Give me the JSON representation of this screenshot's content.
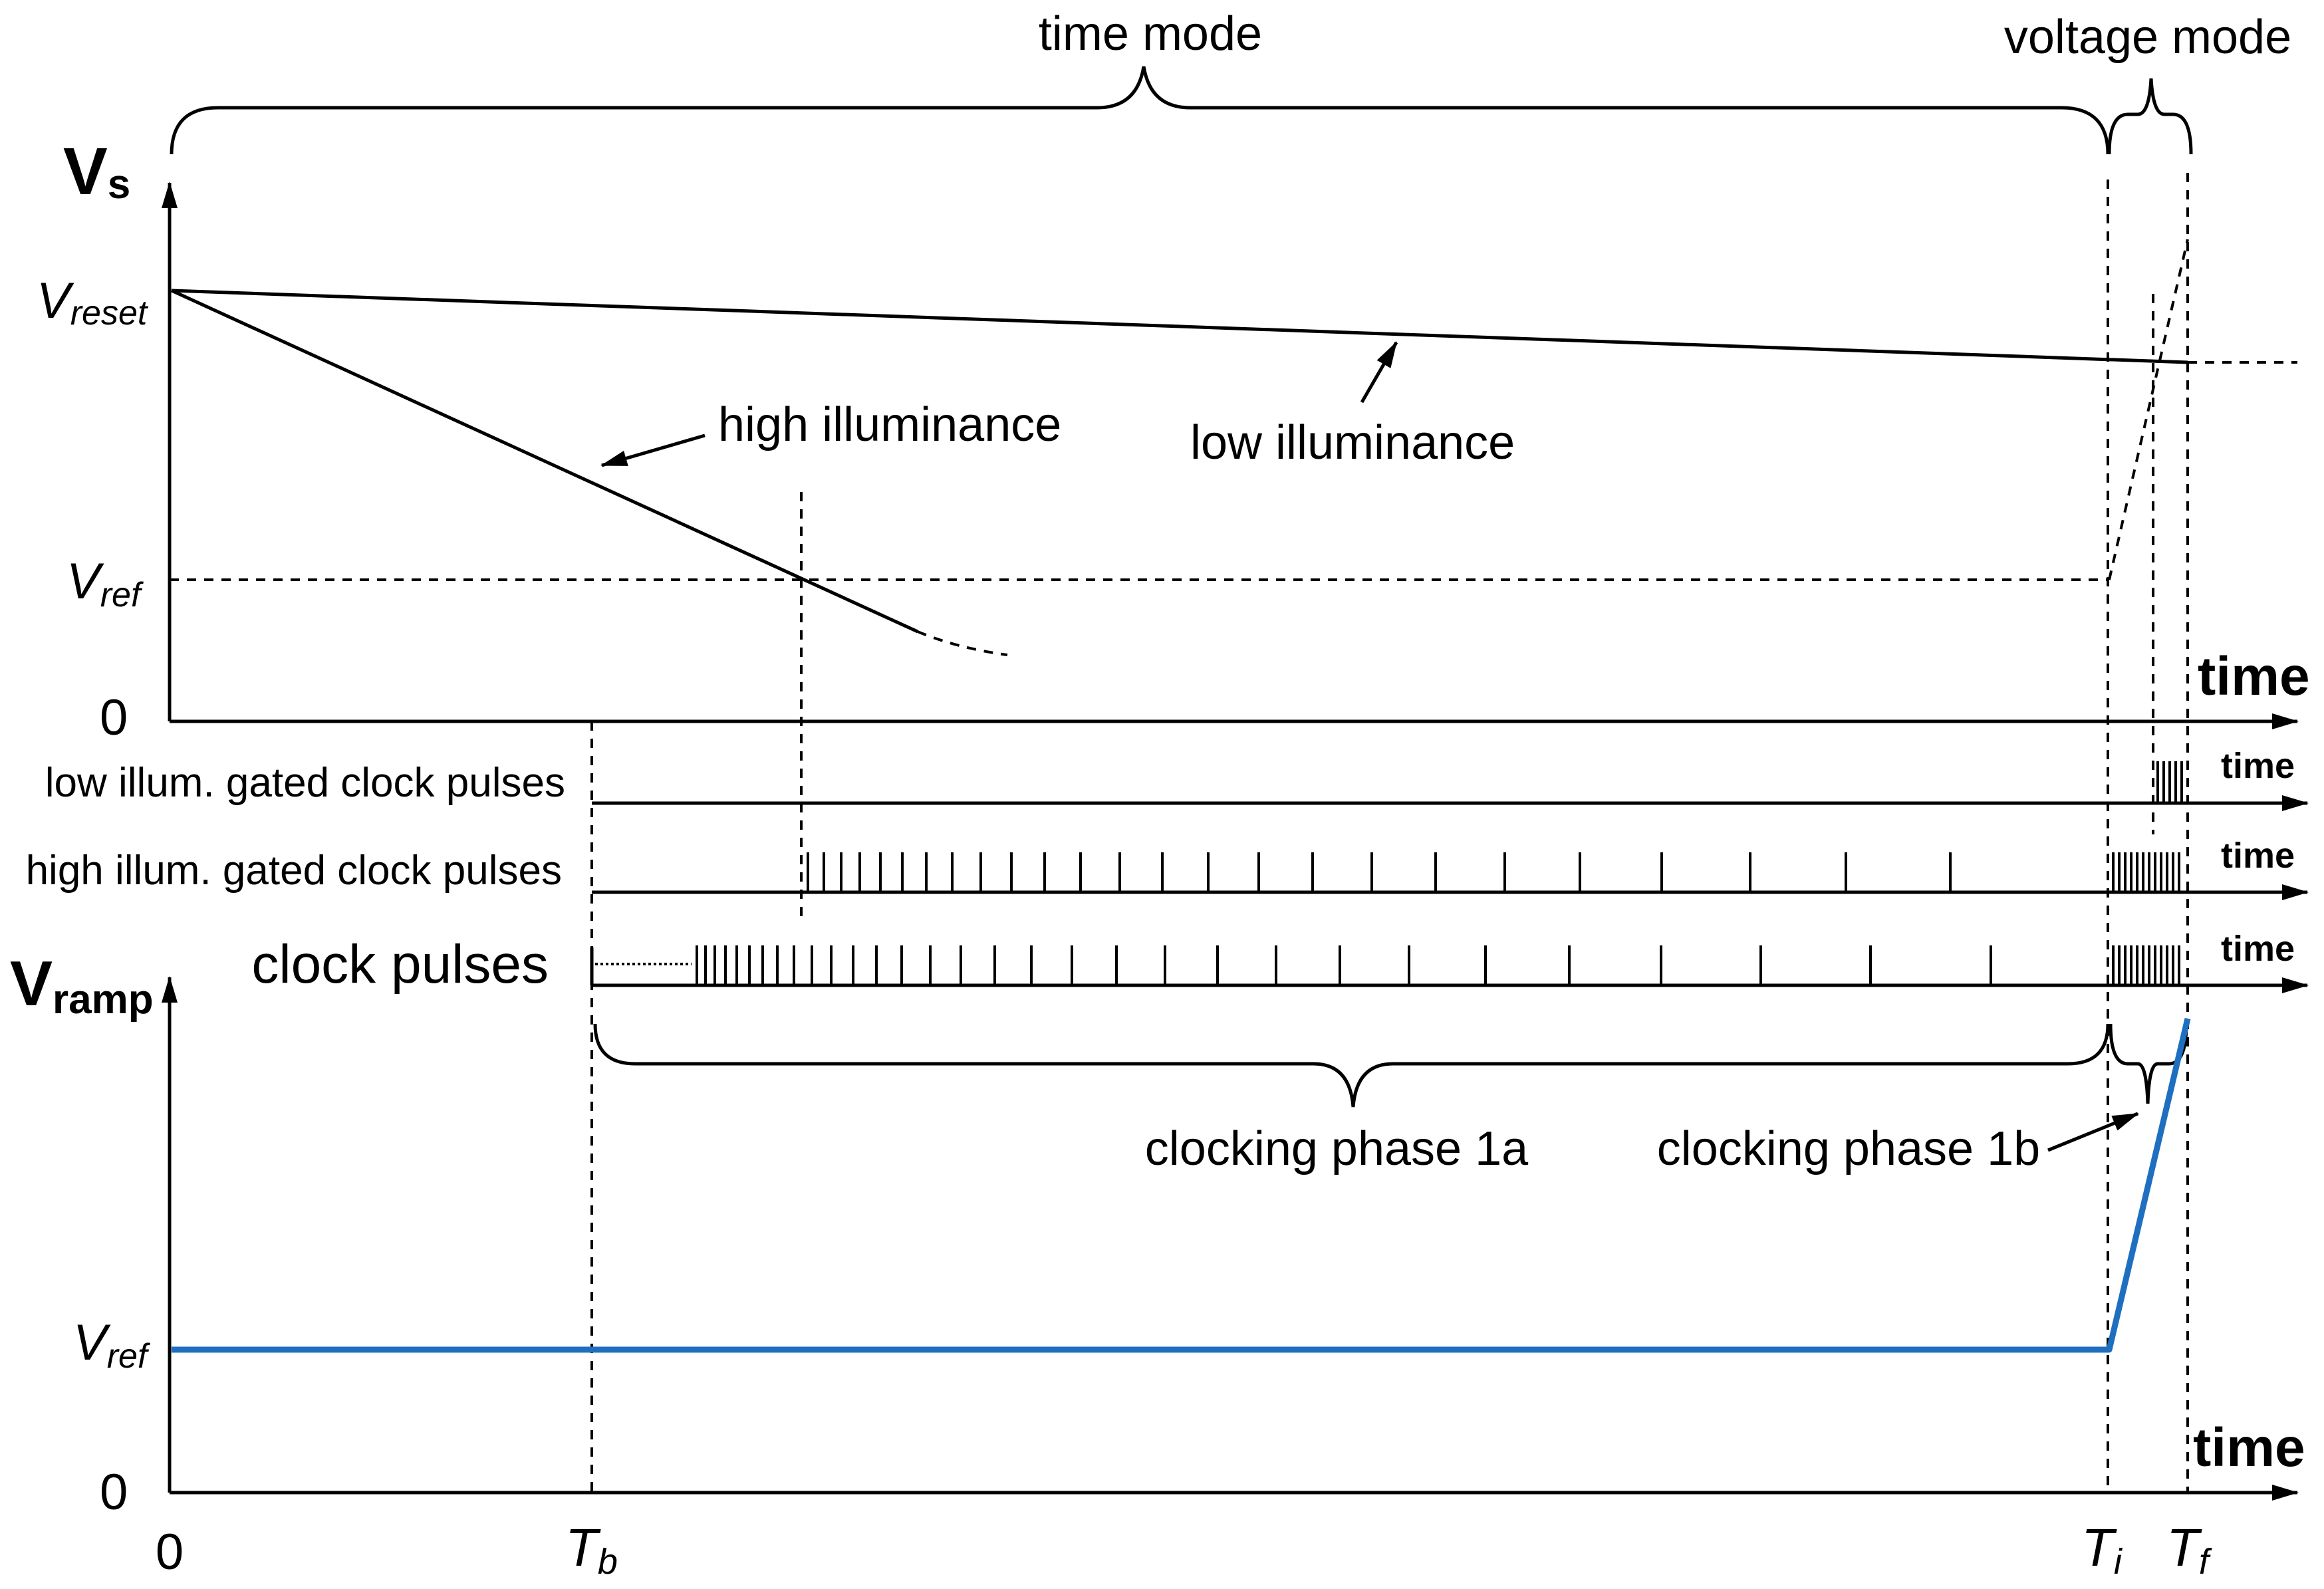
{
  "labels": {
    "time_mode": "time mode",
    "voltage_mode": "voltage mode",
    "vs_main": "V",
    "vs_sub": "s",
    "vreset_main": "V",
    "vreset_sub": "reset",
    "vref_main": "V",
    "vref_sub": "ref",
    "zero": "0",
    "time": "time",
    "high_illuminance": "high illuminance",
    "low_illuminance": "low illuminance",
    "low_illum_pulses": "low illum. gated clock pulses",
    "high_illum_pulses": "high illum. gated clock pulses",
    "clock_pulses": "clock pulses",
    "vramp_main": "V",
    "vramp_sub": "ramp",
    "clocking_phase_1a": "clocking phase 1a",
    "clocking_phase_1b": "clocking phase 1b",
    "tb_main": "T",
    "tb_sub": "b",
    "ti_main": "T",
    "ti_sub": "i",
    "tf_main": "T",
    "tf_sub": "f"
  },
  "colors": {
    "ramp": "#1f6fc0",
    "ink": "#000000"
  }
}
